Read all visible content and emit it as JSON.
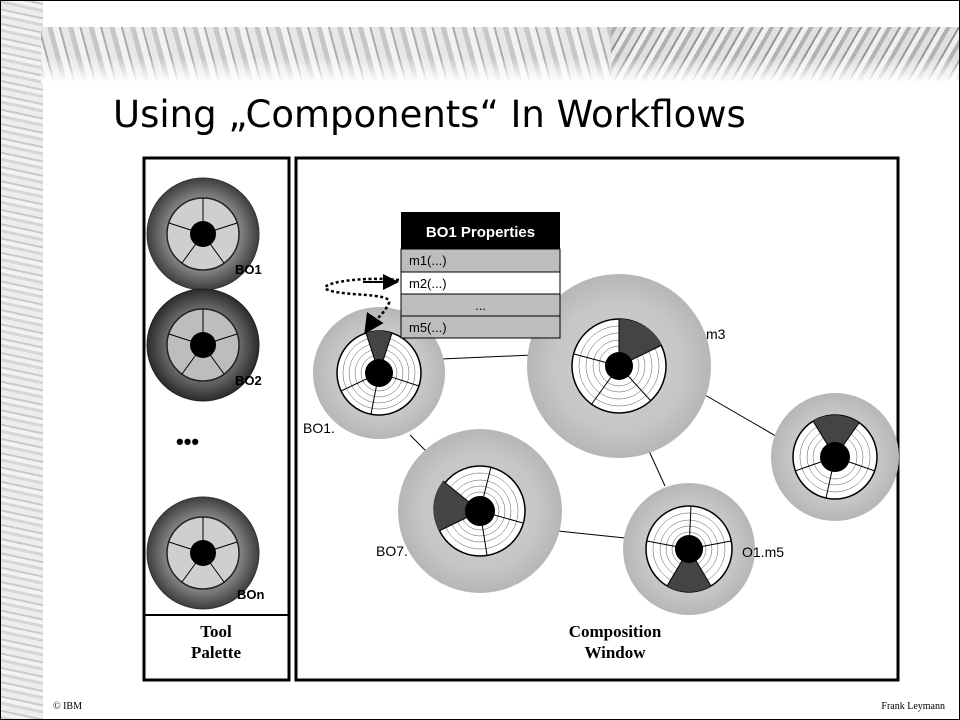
{
  "slide": {
    "title": "Using „Components“ In Workflows",
    "footer_left": "© IBM",
    "footer_right": "Frank Leymann"
  },
  "palette": {
    "label_line1": "Tool",
    "label_line2": "Palette",
    "items": [
      {
        "label": "BO1"
      },
      {
        "label": "BO2"
      },
      {
        "label": "BOn"
      }
    ],
    "ellipsis": "•••"
  },
  "composition": {
    "label_line1": "Composition",
    "label_line2": "Window",
    "node_labels": {
      "bo1": "BO1.",
      "m3": "m3",
      "bo7": "BO7.",
      "m5": "O1.m5"
    }
  },
  "properties": {
    "header": "BO1 Properties",
    "items": [
      "m1(...)",
      "m2(...)",
      "...",
      "m5(...)"
    ]
  }
}
